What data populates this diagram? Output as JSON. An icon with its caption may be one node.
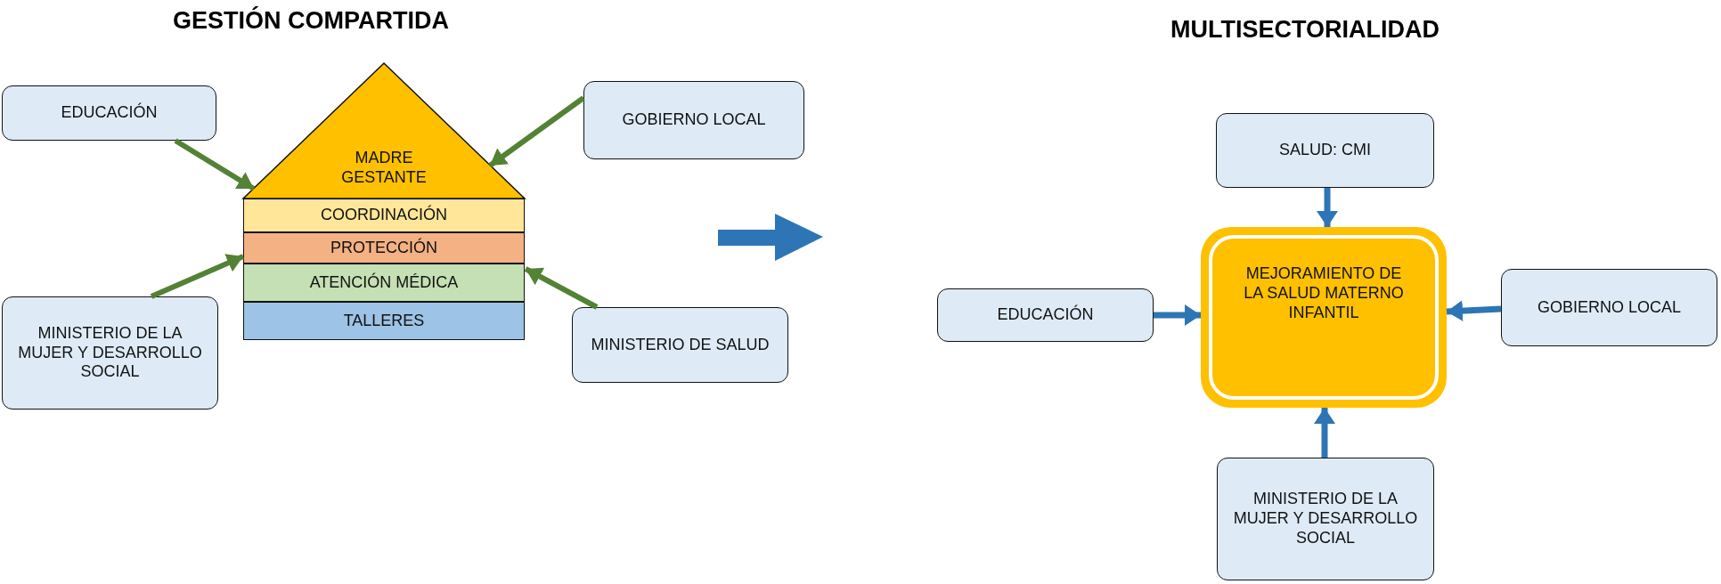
{
  "diagram": {
    "nodes": [
      {
        "text": [
          "EDUCACIÓN"
        ]
      },
      {
        "text": [
          "GOBIERNO LOCAL"
        ]
      },
      {
        "text": [
          "MADRE GESTANTE"
        ]
      },
      {
        "text": [
          "COORDINACIÓN"
        ]
      },
      {
        "text": [
          "PROTECCIÓN"
        ]
      },
      {
        "text": [
          "ATENCIÓN MÉDICA"
        ]
      },
      {
        "text": [
          "TALLERES"
        ]
      },
      {
        "text": [
          "MINISTERIO DE LA MUJER Y DESARROLLO SOCIAL"
        ]
      },
      {
        "text": [
          "MINISTERIO DE SALUD"
        ]
      },
      {
        "text": [
          "SALUD: CMI"
        ]
      },
      {
        "text": [
          "EDUCACIÓN"
        ]
      },
      {
        "text": [
          "MEJORAMIENTO DE LA SALUD MATERNO INFANTIL"
        ]
      },
      {
        "text": [
          "GOBIERNO LOCAL"
        ]
      },
      {
        "text": [
          "MINISTERIO DE LA MUJER Y DESARROLLO SOCIAL"
        ]
      }
    ],
    "edges": [
      {
        "from": 0,
        "to": 2,
        "arrow": "to"
      },
      {
        "from": 1,
        "to": 2,
        "arrow": "to"
      },
      {
        "from": 7,
        "to": 4,
        "arrow": "to"
      },
      {
        "from": 8,
        "to": 5,
        "arrow": "to"
      },
      {
        "from": 9,
        "to": 11,
        "arrow": "to",
        "color": "#2e75b6"
      },
      {
        "from": 10,
        "to": 11,
        "arrow": "to",
        "color": "#2e75b6"
      },
      {
        "from": 12,
        "to": 11,
        "arrow": "to",
        "color": "#2e75b6"
      },
      {
        "from": 13,
        "to": 11,
        "arrow": "to",
        "color": "#2e75b6"
      }
    ],
    "labels": [
      "GESTIÓN COMPARTIDA",
      "MULTISECTORIALIDAD"
    ]
  }
}
